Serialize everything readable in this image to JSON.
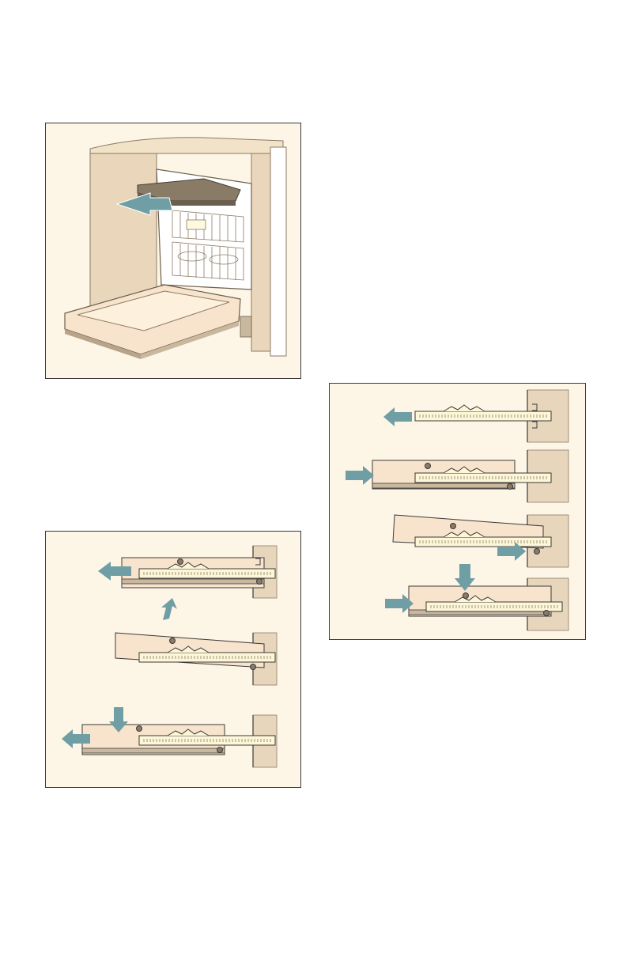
{
  "figures": [
    {
      "id": "fig-dishwasher",
      "subject": "dishwasher-with-door-open-cover-strip-slide"
    },
    {
      "id": "fig-removal-steps",
      "steps": 3
    },
    {
      "id": "fig-install-steps",
      "steps": 4
    }
  ],
  "colors": {
    "background": "#ffffff",
    "panel_fill": "#fdf6e6",
    "panel_border": "#3a3a3a",
    "arrow": "#6f9ea5",
    "cabinet": "#e8d6bc",
    "cover_strip": "#f8e4cc",
    "rail_fill": "#fdf7d8",
    "dark_part": "#8a7b66"
  },
  "icons": [
    "arrow-left-icon",
    "arrow-right-icon",
    "arrow-down-icon",
    "arrow-up-icon",
    "screw-icon"
  ]
}
